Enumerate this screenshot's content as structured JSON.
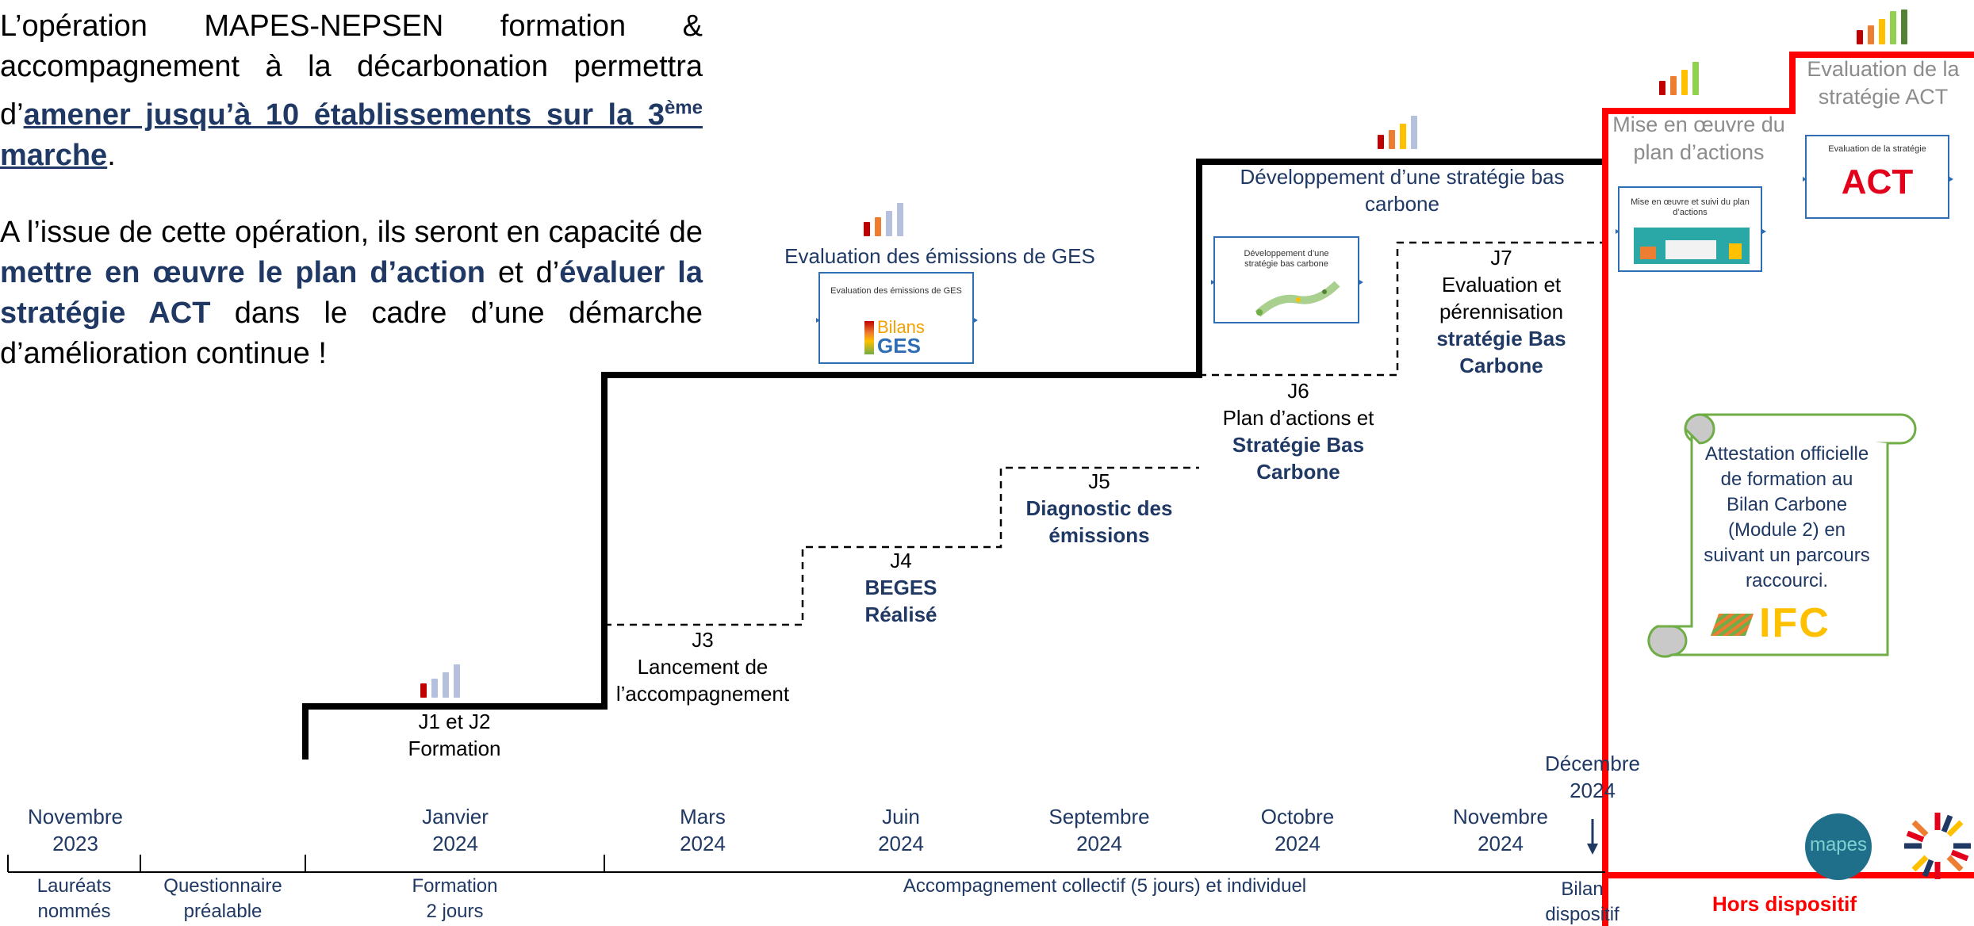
{
  "intro": {
    "p1_a": "L’opération MAPES-NEPSEN formation & accompagnement à la décarbonation permettra d’",
    "p1_link_1": "amener jusqu’à 10 établissements sur la 3",
    "p1_link_sup": "ème",
    "p1_link_2": " marche",
    "p1_end": ".",
    "p2_a": "A l’issue de cette opération, ils seront en capacité de ",
    "p2_b": "mettre en œuvre le plan d’action",
    "p2_c": " et d’",
    "p2_d": "évaluer la stratégie ACT",
    "p2_e": " dans le cadre d’une démarche d’amélioration continue !"
  },
  "steps": {
    "j1j2": {
      "line1": "J1 et J2",
      "line2": "Formation"
    },
    "j3": {
      "line1": "J3",
      "line2": "Lancement de",
      "line3": "l’accompagnement"
    },
    "j4": {
      "line1": "J4",
      "line2": "BEGES",
      "line3": "Réalisé"
    },
    "j5": {
      "line1": "J5",
      "line2": "Diagnostic des",
      "line3": "émissions"
    },
    "j6": {
      "line1": "J6",
      "line2": "Plan d’actions et",
      "line3": "Stratégie Bas",
      "line4": "Carbone"
    },
    "j7": {
      "line1": "J7",
      "line2": "Evaluation et",
      "line3": "pérennisation",
      "line4": "stratégie Bas",
      "line5": "Carbone"
    }
  },
  "sections": {
    "ges": {
      "title": "Evaluation des émissions de GES",
      "card_title": "Evaluation des émissions de GES",
      "logo_top": "Bilans",
      "logo_bottom": "GES"
    },
    "strategie": {
      "title_line1": "Développement d’une stratégie bas",
      "title_line2": "carbone",
      "card_title": "Développement d’une stratégie bas carbone"
    },
    "plan": {
      "title_line1": "Mise en œuvre du",
      "title_line2": "plan d’actions",
      "card_title": "Mise en œuvre et suivi du plan d’actions"
    },
    "act": {
      "title_line1": "Evaluation de la",
      "title_line2": "stratégie ACT",
      "card_title": "Evaluation de la stratégie",
      "logo": "ACT"
    }
  },
  "scroll": {
    "line1": "Attestation officielle",
    "line2": "de formation au",
    "line3": "Bilan Carbone",
    "line4": "(Module 2) en",
    "line5": "suivant un parcours",
    "line6": "raccourci.",
    "logo": "IFC"
  },
  "timeline": {
    "dates": [
      {
        "month": "Novembre",
        "year": "2023"
      },
      {
        "month": "Janvier",
        "year": "2024"
      },
      {
        "month": "Mars",
        "year": "2024"
      },
      {
        "month": "Juin",
        "year": "2024"
      },
      {
        "month": "Septembre",
        "year": "2024"
      },
      {
        "month": "Octobre",
        "year": "2024"
      },
      {
        "month": "Novembre",
        "year": "2024"
      },
      {
        "month": "Décembre",
        "year": "2024"
      }
    ],
    "phases": [
      {
        "line1": "Lauréats",
        "line2": "nommés"
      },
      {
        "line1": "Questionnaire",
        "line2": "préalable"
      },
      {
        "line1": "Formation",
        "line2": "2 jours"
      },
      {
        "line1": "Accompagnement collectif (5 jours) et individuel",
        "line2": ""
      },
      {
        "line1": "Bilan",
        "line2": "dispositif"
      }
    ],
    "hors": "Hors dispositif"
  },
  "logos": {
    "mapes": "mapes"
  },
  "colors": {
    "navy": "#203864",
    "red": "#ff0000",
    "green": "#70ad47",
    "bar_gray": "#b4c0dc",
    "bar_red": "#c00000",
    "bar_orange": "#ed7d31",
    "bar_yellow": "#ffc000",
    "bar_lightgreen": "#92d050",
    "bar_green": "#548235"
  }
}
